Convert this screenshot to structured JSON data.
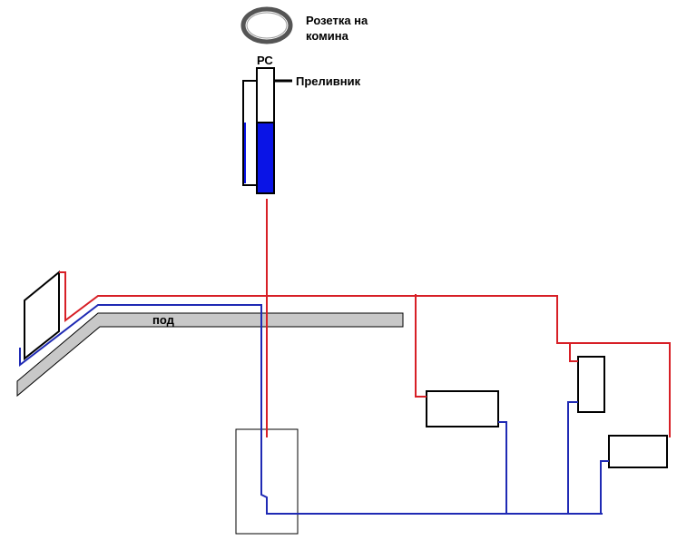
{
  "labels": {
    "chimney_socket_line1": "Розетка на",
    "chimney_socket_line2": "комина",
    "tank": "РС",
    "overflow": "Преливник",
    "floor": "под"
  },
  "colors": {
    "supply": "#d71f26",
    "return": "#1f2ab4",
    "water": "#0a14e6",
    "floor": "#c8c8c8",
    "outline": "#000000"
  },
  "icons": {
    "chimney_socket": "ring-icon",
    "overflow_pipe": "pipe-stub-icon"
  }
}
